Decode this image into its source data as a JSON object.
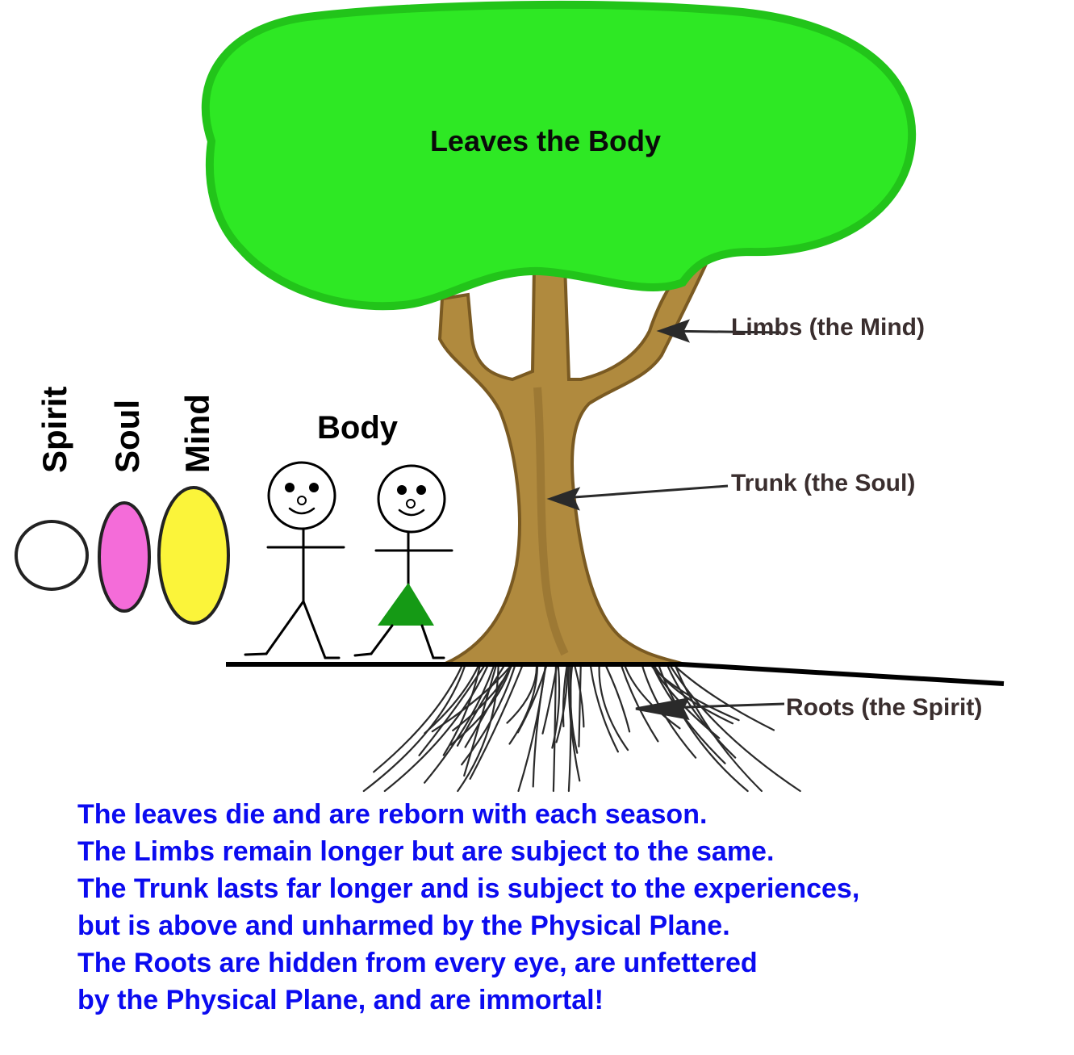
{
  "colors": {
    "canopy": "#2ee824",
    "canopy_edge": "#22c41a",
    "trunk": "#b08a3e",
    "trunk_dark": "#7a5a22",
    "ground": "#000000",
    "spirit_fill": "#ffffff",
    "soul_fill": "#f46cd9",
    "mind_fill": "#fbf43a",
    "dress": "#159a15",
    "caption_text": "#0b0bf0",
    "label_text": "#3a2e2e"
  },
  "tree": {
    "canopy_label": "Leaves the Body",
    "limbs_label": "Limbs (the Mind)",
    "trunk_label": "Trunk  (the Soul)",
    "roots_label": "Roots  (the Spirit)"
  },
  "figures": {
    "body_label": "Body"
  },
  "aspects": {
    "spirit_label": "Spirit",
    "soul_label": "Soul",
    "mind_label": "Mind"
  },
  "caption": {
    "lines": [
      "The leaves die and are reborn with each season.",
      "The Limbs remain longer but are subject to the same.",
      "The Trunk lasts far longer and is subject to the experiences,",
      "but is above and unharmed by the Physical Plane.",
      "The Roots are hidden from every eye, are unfettered",
      "by the Physical Plane, and are immortal!"
    ]
  },
  "icons": [
    "arrow-left-icon",
    "stick-figure-icon"
  ]
}
